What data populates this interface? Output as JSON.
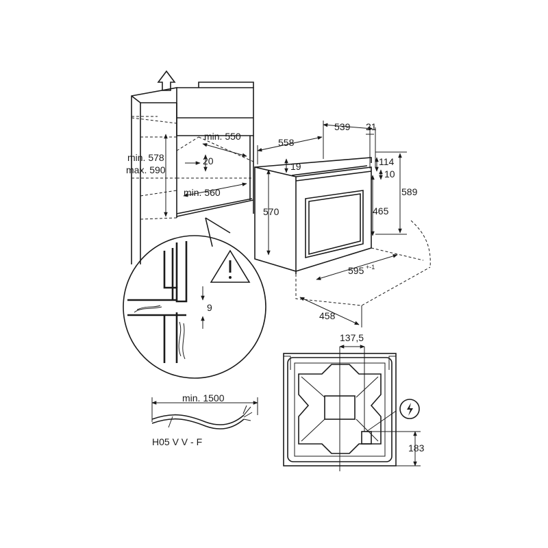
{
  "cabinet": {
    "height_min": "min. 578",
    "height_max": "max. 590",
    "width_top": "min. 550",
    "gap": "20",
    "width_bottom": "min. 560"
  },
  "detail": {
    "gap": "9"
  },
  "oven": {
    "depth": "558",
    "depth_body": "539",
    "front": "21",
    "top_offset": "19",
    "panel_top": "114",
    "panel_gap": "10",
    "body_height": "570",
    "door_height": "465",
    "total_height": "589",
    "width": "595",
    "width_tol": "+-1",
    "base_depth": "458"
  },
  "back_view": {
    "offset_x": "137,5",
    "offset_y": "183"
  },
  "cable": {
    "length": "min. 1500",
    "type": "H05 V V - F"
  }
}
